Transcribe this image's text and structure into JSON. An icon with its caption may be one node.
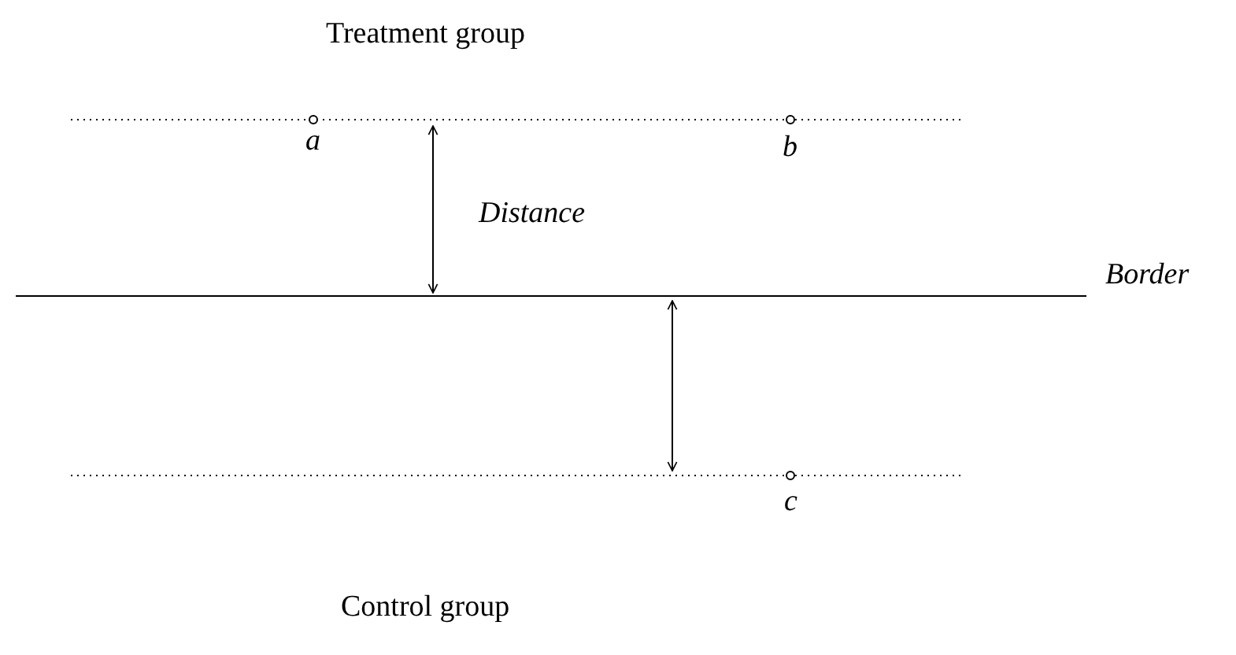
{
  "diagram": {
    "labels": [
      "Treatment group",
      "a",
      "b",
      "Distance",
      "Border",
      "c",
      "Control group"
    ]
  }
}
